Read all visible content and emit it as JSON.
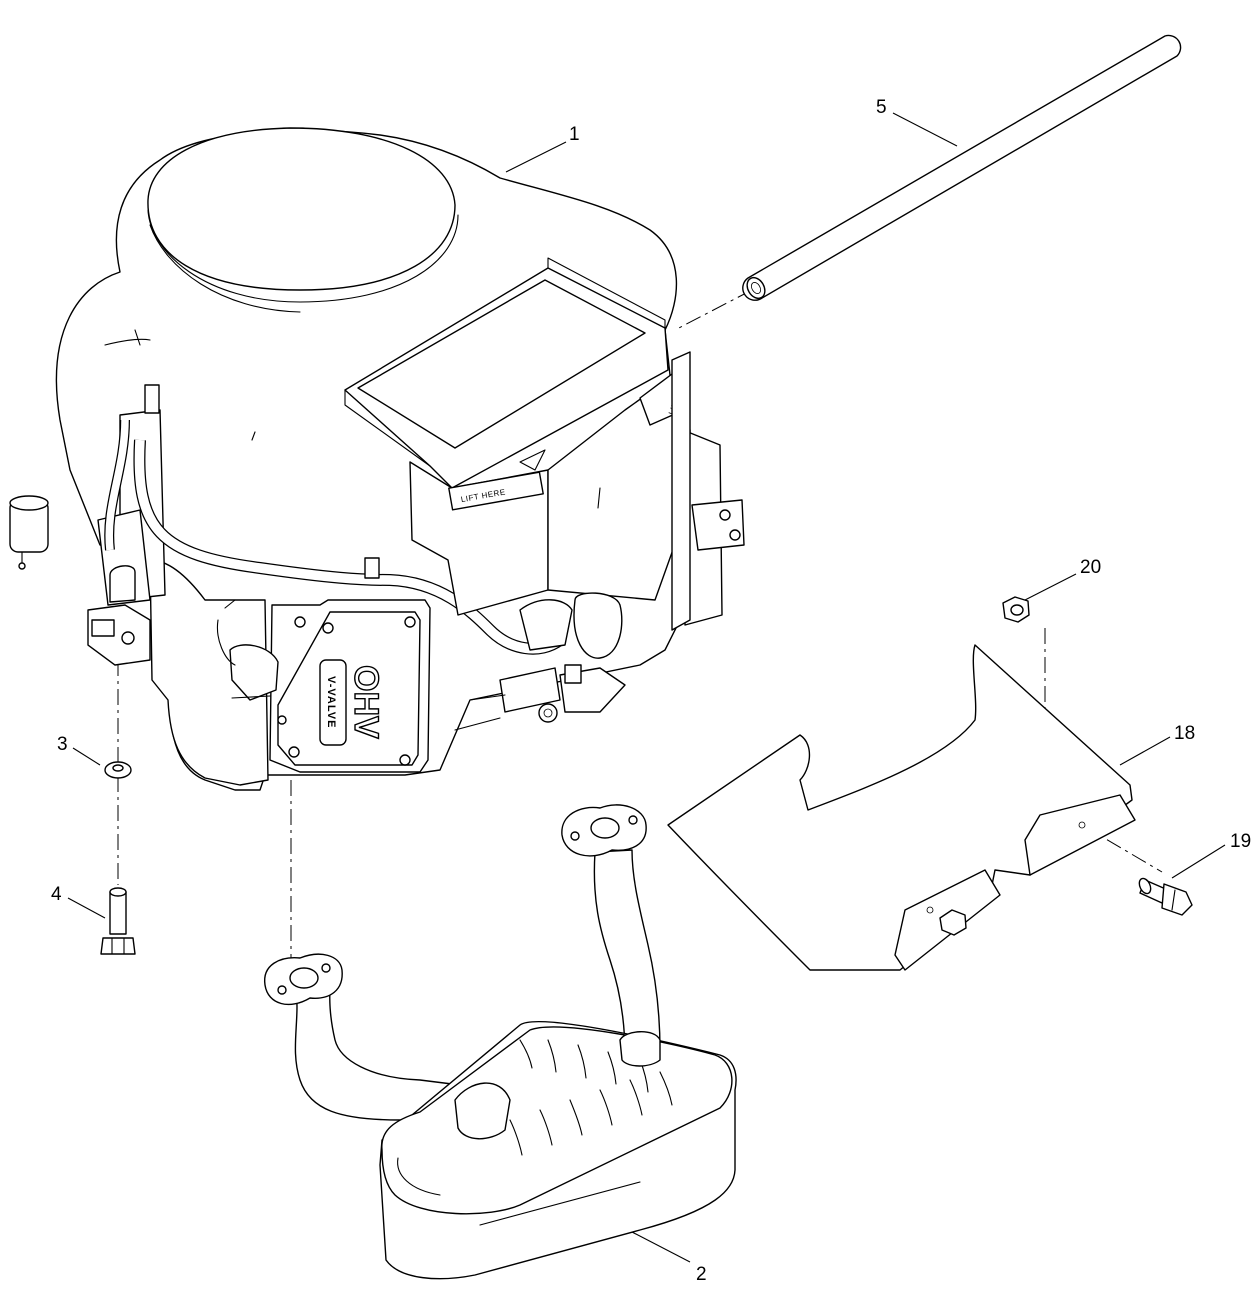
{
  "callouts": {
    "engine": "1",
    "muffler": "2",
    "washer": "3",
    "bolt": "4",
    "tube": "5",
    "heat_shield": "18",
    "shield_bolt": "19",
    "nut": "20"
  },
  "decals": {
    "lift_here_front": "LIFT HERE",
    "lift_here_side": "LIFT HERE",
    "valve_cover_main": "OHV",
    "valve_cover_sub": "V-VALVE"
  },
  "colors": {
    "line": "#000000",
    "fill": "#ffffff",
    "background": "#ffffff"
  }
}
